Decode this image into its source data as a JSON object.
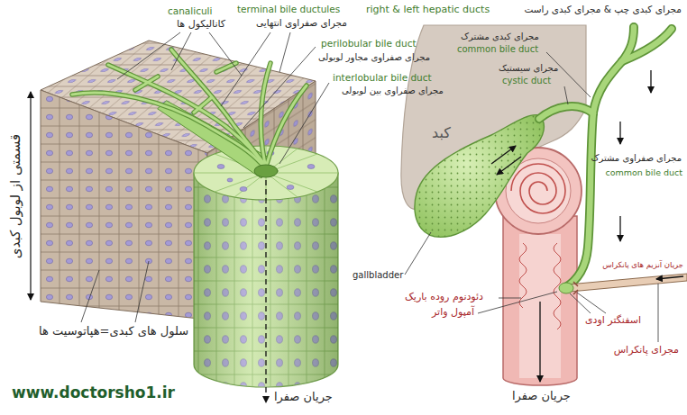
{
  "diagram": {
    "labels": [
      "canaliculi",
      "کانالیکول ها",
      "terminal bile ductules",
      "مجرای صفراوی انتهایی",
      "perilobular bile duct",
      "مجرای صفراوی مجاور لوبولی",
      "interlobular bile duct",
      "مجرای صفراوی بین لوبولی",
      "قسمتی از لوبول کبدی",
      "سلول های کبدی=هپاتوسیت ها",
      "www.doctorsho1.ir",
      "جریان صفرا",
      "right & left hepatic ducts",
      "مجرای کبدی چپ & مجرای کبدی راست",
      "مجرای کبدی مشترک",
      "common bile duct",
      "مجرای سیستیک",
      "cystic duct",
      "کبد",
      "مجرای صفراوی مشترک",
      "common bile duct",
      "gallbladder",
      "دئودنوم روده باریک",
      "آمپول واتر",
      "اسفنگتر اودی",
      "جریان آنزیم های پانکراس",
      "مجرای پانکراس",
      "جریان صفرا"
    ]
  }
}
